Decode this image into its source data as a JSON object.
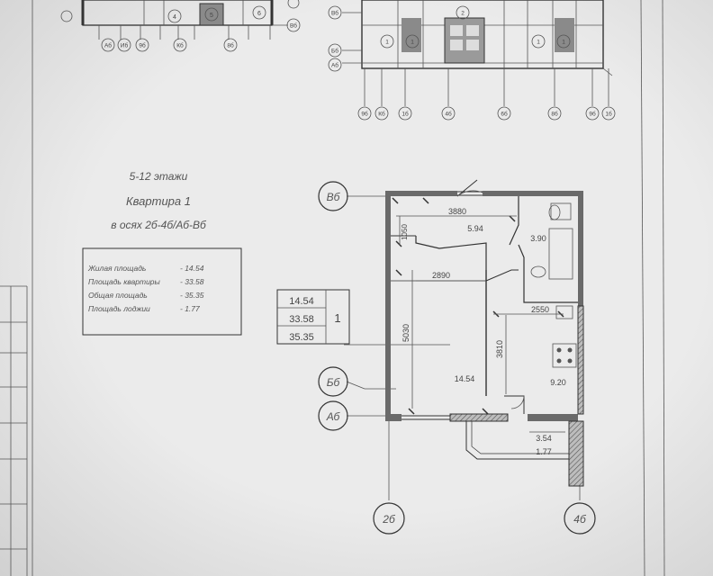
{
  "title": {
    "floors": "5-12 этажи",
    "apartment": "Квартира 1",
    "axes": "в осях 2б-4б/Аб-Вб"
  },
  "legend": [
    {
      "label": "Жилая площадь",
      "value": "- 14.54"
    },
    {
      "label": "Площадь квартиры",
      "value": "- 33.58"
    },
    {
      "label": "Общая площадь",
      "value": "- 35.35"
    },
    {
      "label": "Площадь лоджии",
      "value": "- 1.77"
    }
  ],
  "area_stamp": {
    "rows": [
      "14.54",
      "33.58",
      "35.35"
    ],
    "number": "1"
  },
  "plan": {
    "axes": {
      "top": "Вб",
      "mid": "Бб",
      "bottom": "Аб",
      "left": "2б",
      "right": "4б"
    },
    "dims": {
      "top": "3880",
      "hall_w": "2890",
      "vert_left": "5030",
      "vert_right": "3810",
      "small_vert": "1050",
      "kitchen_w": "2550"
    },
    "rooms": {
      "hall": "5.94",
      "bath": "3.90",
      "living": "14.54",
      "kitchen": "9.20",
      "loggia_full": "3.54",
      "loggia_reduced": "1.77"
    }
  },
  "keyplan": {
    "left_axes": [
      "Аб",
      "Иб",
      "9б",
      "Кб",
      "8б",
      "Вб"
    ],
    "right_axes_top": [
      "Вб",
      "Бб",
      "Аб"
    ],
    "right_axes_bottom": [
      "9б",
      "Кб",
      "1б",
      "4б",
      "6б",
      "8б",
      "9б",
      "1б"
    ],
    "left_units": [
      "4",
      "5",
      "6"
    ],
    "right_units": [
      "1",
      "1",
      "2",
      "1",
      "1"
    ]
  }
}
